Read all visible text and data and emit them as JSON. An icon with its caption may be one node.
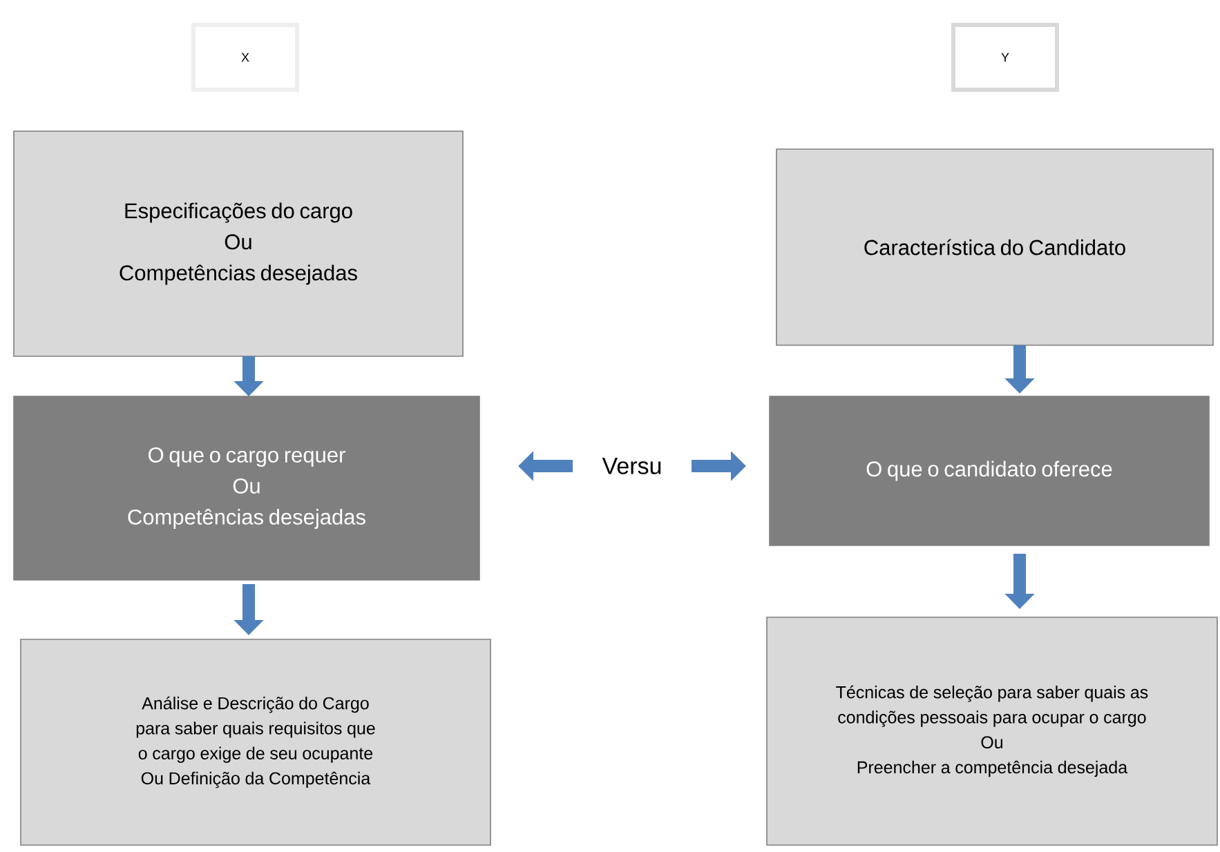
{
  "diagram": {
    "nodes": [
      {
        "text": [
          "X"
        ]
      },
      {
        "text": [
          "Y"
        ]
      },
      {
        "text": [
          "Especificações do cargo",
          "Ou",
          "Competências desejadas"
        ]
      },
      {
        "text": [
          "O que o cargo requer",
          "Ou",
          "Competências desejadas"
        ]
      },
      {
        "text": [
          "Análise e Descrição do Cargo para saber quais requisitos que o cargo exige de seu ocupante",
          "Ou Definição da Competência"
        ]
      },
      {
        "text": [
          "Característica do Candidato"
        ]
      },
      {
        "text": [
          "O que o candidato oferece"
        ]
      },
      {
        "text": [
          "Técnicas de seleção para saber quais as condições pessoais para ocupar o cargo",
          "Ou",
          "Preencher a competência desejada"
        ]
      },
      {
        "text": [
          "Versu"
        ]
      }
    ],
    "edges": [
      {
        "from": 2,
        "to": 3,
        "arrow": "to"
      },
      {
        "from": 3,
        "to": 4,
        "arrow": "to"
      },
      {
        "from": 5,
        "to": 6,
        "arrow": "to"
      },
      {
        "from": 6,
        "to": 7,
        "arrow": "to"
      },
      {
        "from": 8,
        "to": 3,
        "arrow": "to"
      },
      {
        "from": 8,
        "to": 6,
        "arrow": "to"
      }
    ]
  }
}
